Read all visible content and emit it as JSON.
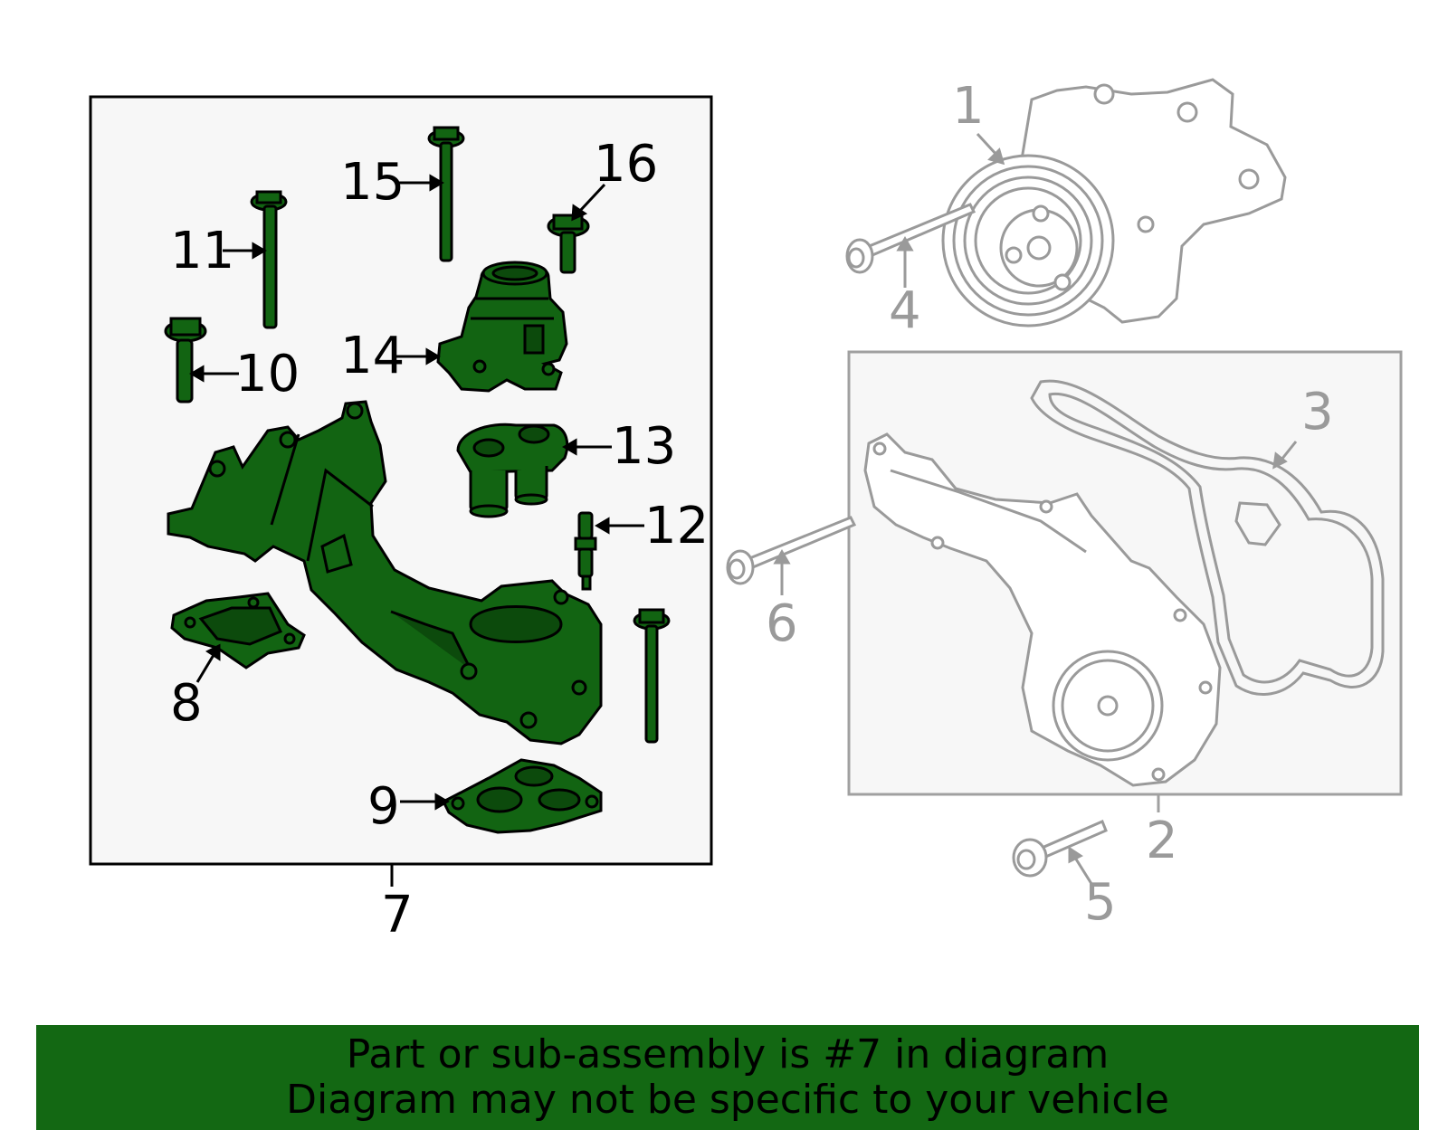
{
  "callouts": {
    "c1": "1",
    "c2": "2",
    "c3": "3",
    "c4": "4",
    "c5": "5",
    "c6": "6",
    "c7": "7",
    "c8": "8",
    "c9": "9",
    "c10": "10",
    "c11": "11",
    "c12": "12",
    "c13": "13",
    "c14": "14",
    "c15": "15",
    "c16": "16"
  },
  "footer": {
    "line1": "Part or sub-assembly is #7 in diagram",
    "line2": "Diagram may not be specific to your vehicle"
  },
  "colors": {
    "highlight_part": "#126412",
    "highlight_outline": "#000000",
    "other_part": "#9a9a9a",
    "box_fill": "#f7f7f7",
    "footer_bg": "#136813"
  },
  "icons": [
    "water-pump-icon",
    "pump-gasket-icon",
    "timing-belt-icon",
    "bolt-icon",
    "coolant-crossover-icon",
    "thermostat-housing-icon",
    "thermostat-icon",
    "temperature-sensor-icon",
    "gasket-icon"
  ]
}
